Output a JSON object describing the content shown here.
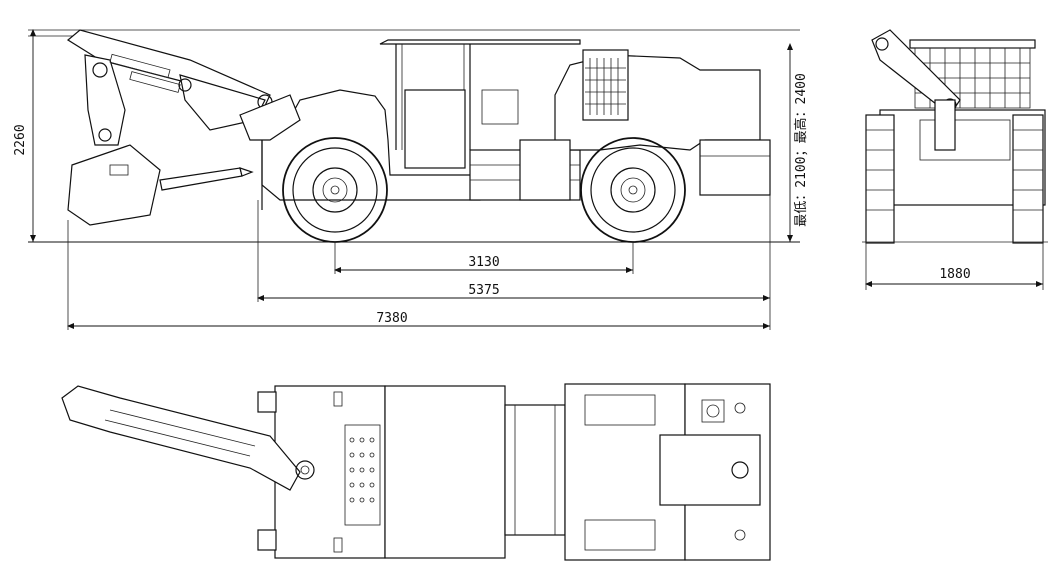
{
  "dimensions": {
    "height_left": "2260",
    "height_right_note": "最低：2100；最高：2400",
    "wheelbase": "3130",
    "body_length": "5375",
    "overall_length": "7380",
    "width": "1880"
  },
  "colors": {
    "line": "#111111",
    "background": "#ffffff"
  }
}
